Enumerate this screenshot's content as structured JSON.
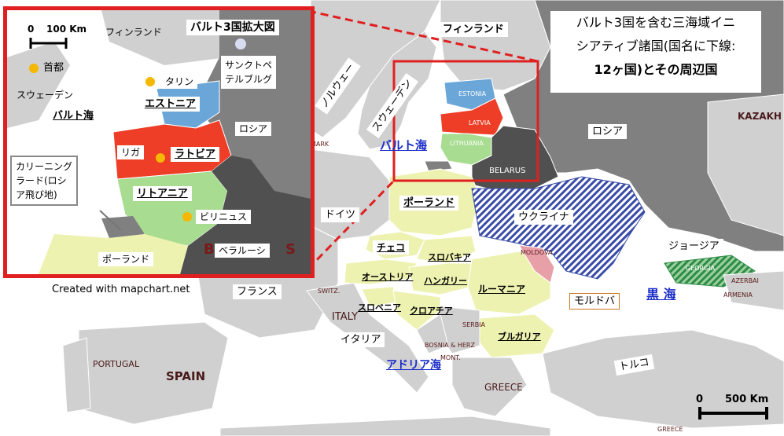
{
  "title": {
    "line1": "バルト3国を含む三海域イニ",
    "line2": "シアティブ諸国(国名に下線:",
    "line3": "12ヶ国)とその周辺国"
  },
  "credit": "Created with  mapchart.net",
  "scale_main": {
    "zero": "0",
    "label": "500 Km"
  },
  "inset": {
    "title": "バルト3国拡大図",
    "scale_zero": "0",
    "scale_label": "100 Km",
    "legend_capital": "首都",
    "finland": "フィンランド",
    "sweden": "スウェーデン",
    "baltic_sea": "バルト海",
    "st_petersburg": "サンクトペ\nテルブルグ",
    "tallinn": "タリン",
    "estonia": "エストニア",
    "russia": "ロシア",
    "riga": "リガ",
    "latvia": "ラトビア",
    "kaliningrad": "カリーニング\nラード(ロシ\nア飛び地)",
    "lithuania": "リトアニア",
    "vilnius": "ビリニュス",
    "belarus": "ベラルーシ",
    "b_letter": "B",
    "s_letter": "S",
    "poland": "ポーランド"
  },
  "labels": {
    "finland": "フィンランド",
    "norway": "ノルウェー",
    "sweden": "スウェーデン",
    "russia": "ロシア",
    "baltic_sea": "バルト海",
    "germany": "ドイツ",
    "poland": "ポーランド",
    "ukraine": "ウクライナ",
    "czech": "チェコ",
    "slovakia": "スロバキア",
    "austria": "オーストリア",
    "hungary": "ハンガリー",
    "romania": "ルーマニア",
    "slovenia": "スロベニア",
    "croatia": "クロアチア",
    "bulgaria": "ブルガリア",
    "moldova": "モルドバ",
    "black_sea": "黒 海",
    "georgia": "ジョージア",
    "france": "フランス",
    "italy": "イタリア",
    "adriatic": "アドリア海",
    "turkey": "トルコ",
    "spain": "SPAIN",
    "portugal": "PORTUGAL",
    "greece": "GREECE",
    "italy_en": "ITALY",
    "kazakh": "KAZAKH",
    "estonia_en": "ESTONIA",
    "latvia_en": "LATVIA",
    "lithuania_en": "LITHUANIA",
    "belarus_en": "BELARUS",
    "moldova_en": "MOLDOVA",
    "georgia_en": "GEORGIA",
    "azerbaijan_en": "AZERBAI",
    "armenia_en": "ARMENIA",
    "serbia_en": "SERBIA",
    "bosnia_en": "BOSNIA & HERZ",
    "montenegro_en": "MONT.",
    "switz_en": "SWITZ.",
    "denmark_en": "MARK",
    "greece_small": "GREECE"
  },
  "colors": {
    "sea": "#ffffff",
    "land": "#d0d0d0",
    "russia": "#808080",
    "belarus": "#505050",
    "initiative": "#eef2b0",
    "estonia": "#6aa6d8",
    "latvia": "#ee3e28",
    "lithuania": "#a8dc90",
    "georgia": "#2e8b45",
    "moldova": "#e8a0a8",
    "frame": "#e02020"
  }
}
